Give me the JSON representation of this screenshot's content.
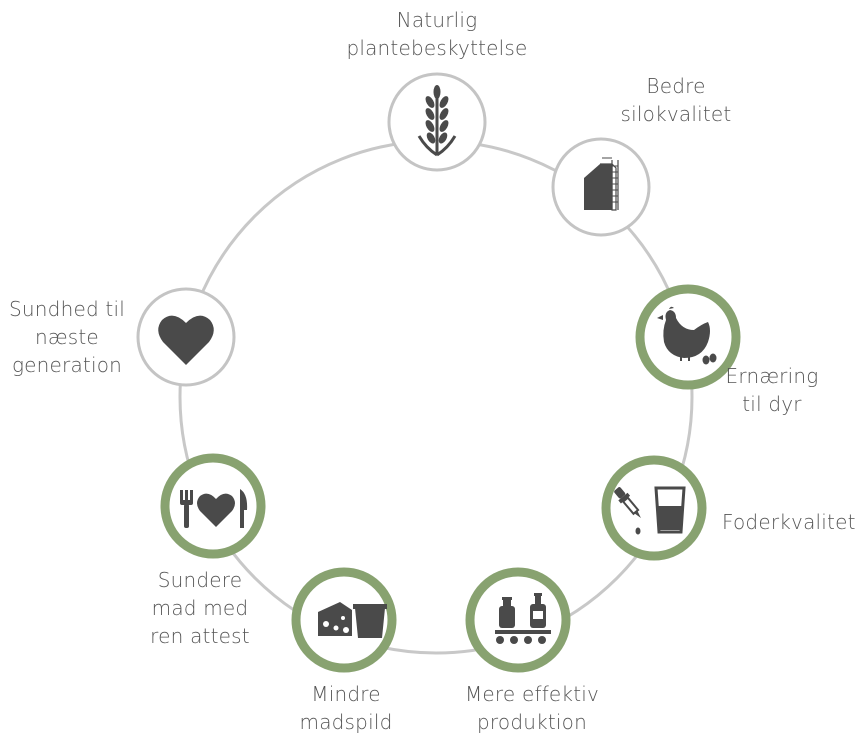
{
  "colors": {
    "ring": "#c8c8c8",
    "node_gray": "#c4c4c4",
    "node_green": "#88a270",
    "icon": "#4a4a4a",
    "label": "#555555"
  },
  "nodes": [
    {
      "id": "plant",
      "lines": [
        "Naturlig",
        "plantebeskyttelse"
      ],
      "icon": "wheat-icon",
      "style": "gray"
    },
    {
      "id": "silo",
      "lines": [
        "Bedre",
        "silokvalitet"
      ],
      "icon": "silo-icon",
      "style": "gray"
    },
    {
      "id": "animal",
      "lines": [
        "Ernæring",
        "til dyr"
      ],
      "icon": "hen-icon",
      "style": "green"
    },
    {
      "id": "feed",
      "lines": [
        "Foderkvalitet"
      ],
      "icon": "dropper-glass-icon",
      "style": "green"
    },
    {
      "id": "production",
      "lines": [
        "Mere effektiv",
        "produktion"
      ],
      "icon": "conveyor-bottles-icon",
      "style": "green"
    },
    {
      "id": "waste",
      "lines": [
        "Mindre",
        "madspild"
      ],
      "icon": "cheese-cup-icon",
      "style": "green"
    },
    {
      "id": "food",
      "lines": [
        "Sundere",
        "mad med",
        "ren attest"
      ],
      "icon": "fork-heart-knife-icon",
      "style": "green"
    },
    {
      "id": "health",
      "lines": [
        "Sundhed til",
        "næste",
        "generation"
      ],
      "icon": "heart-icon",
      "style": "gray"
    }
  ]
}
